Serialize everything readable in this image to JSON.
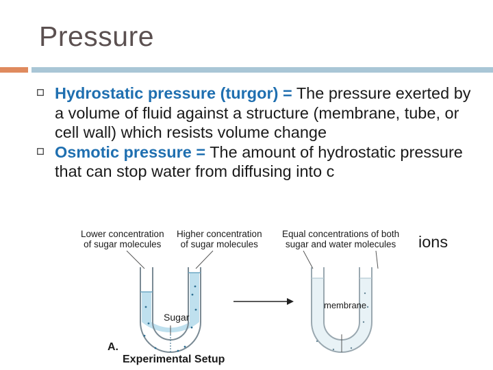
{
  "slide": {
    "title": "Pressure",
    "bullets": [
      {
        "term": "Hydrostatic pressure (turgor) =",
        "text": " The pressure exerted by a volume of fluid against a structure (membrane, tube, or cell wall) which resists volume change",
        "icon": "square-bullet-icon"
      },
      {
        "term": "Osmotic pressure =",
        "text": " The amount of hydrostatic pressure that can stop water from diffusing into c",
        "tail": "ions",
        "icon": "square-bullet-icon"
      }
    ]
  },
  "figure": {
    "label_lower": "Lower concentration of sugar molecules",
    "label_lower_1": "Lower concentration",
    "label_lower_2": "of sugar molecules",
    "label_higher_1": "Higher concentration",
    "label_higher_2": "of sugar molecules",
    "label_equal_1": "Equal concentrations of both",
    "label_equal_2": "sugar and water molecules",
    "sugar_label": "Sugar",
    "membrane_label": "membrane",
    "panel_letter": "A.",
    "caption": "Experimental Setup"
  },
  "colors": {
    "title": "#5b5050",
    "accent_orange": "#df8a5e",
    "accent_blue": "#a9c6d6",
    "term": "#1f6fb0",
    "liquid": "#bfe0ee"
  }
}
